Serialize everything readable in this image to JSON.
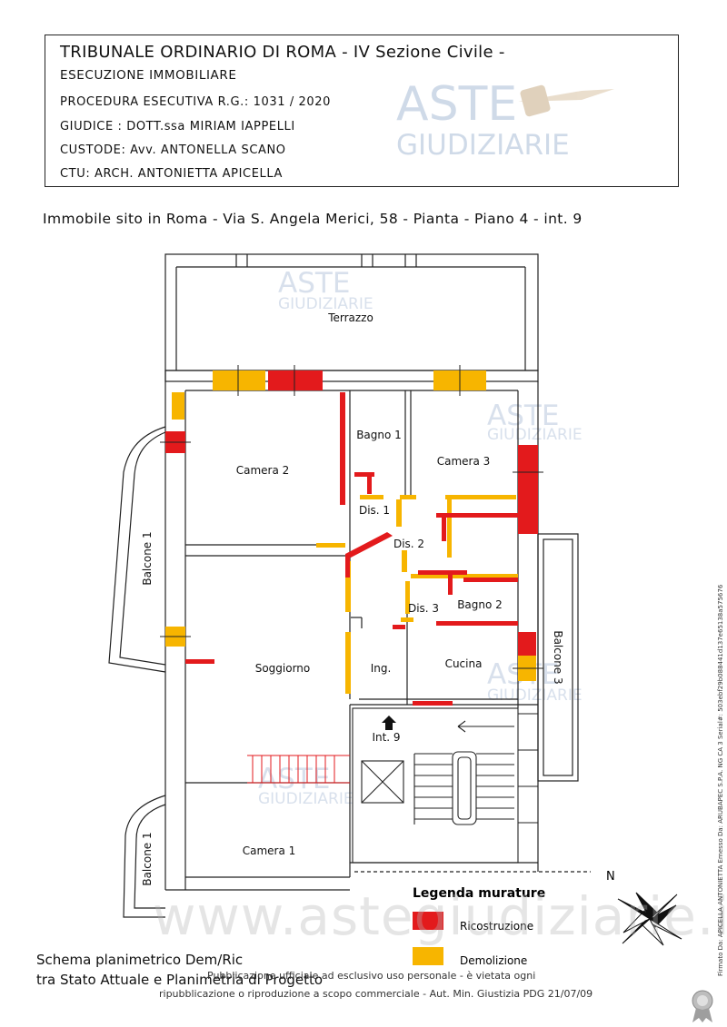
{
  "header": {
    "court": "TRIBUNALE ORDINARIO DI ROMA - IV Sezione Civile -",
    "section": "ESECUZIONE IMMOBILIARE",
    "procedure": "PROCEDURA ESECUTIVA R.G.: 1031 / 2020",
    "judge": "GIUDICE : DOTT.ssa MIRIAM IAPPELLI",
    "custodian": "CUSTODE: Avv. ANTONELLA SCANO",
    "ctu": "CTU: ARCH. ANTONIETTA APICELLA"
  },
  "logo": {
    "line1": "ASTE",
    "line2": "GIUDIZIARIE"
  },
  "subtitle": "Immobile sito in Roma - Via S. Angela Merici, 58 - Pianta - Piano 4 - int. 9",
  "rooms": {
    "terrazzo": "Terrazzo",
    "camera2": "Camera 2",
    "bagno1": "Bagno 1",
    "camera3": "Camera 3",
    "dis1": "Dis. 1",
    "dis2": "Dis. 2",
    "dis3": "Dis. 3",
    "bagno2": "Bagno 2",
    "soggiorno": "Soggiorno",
    "ing": "Ing.",
    "cucina": "Cucina",
    "int9": "Int. 9",
    "camera1": "Camera 1",
    "balcone1_top": "Balcone 1",
    "balcone1_bottom": "Balcone 1",
    "balcone3": "Balcone 3"
  },
  "legend": {
    "title": "Legenda murature",
    "ricostruzione": "Ricostruzione",
    "demolizione": "Demolizione",
    "north": "N"
  },
  "colors": {
    "ricostruzione": "#e31a1c",
    "demolizione": "#f7b500",
    "walls": "#222222"
  },
  "schema": {
    "line1": "Schema planimetrico Dem/Ric",
    "line2": "tra Stato Attuale e Planimetria di Progetto"
  },
  "watermark_url": "www.astegiudiziarie.it",
  "footnote": {
    "line1": "Pubblicazione ufficiale ad esclusivo uso personale - è vietata ogni",
    "line2": "ripubblicazione o riproduzione a scopo commerciale - Aut. Min. Giustizia PDG 21/07/09"
  },
  "signature": "Firmato Da: APICELLA ANTONIETTA Emesso Da: ARUBAPEC S.P.A. NG CA 3 Serial#: 503ebf29b088441d137e65138a575676"
}
